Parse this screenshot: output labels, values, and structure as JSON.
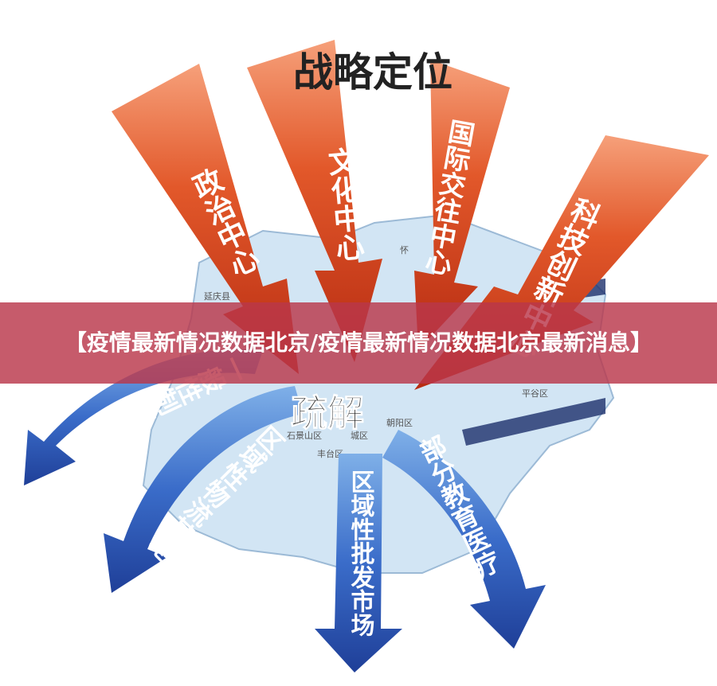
{
  "banner": {
    "title": "【疫情最新情况数据北京/疫情最新情况数据北京最新消息】"
  },
  "diagram": {
    "top_heading": "战略定位",
    "center_heading": "疏解",
    "red_arrows": [
      "政治中心",
      "文化中心",
      "国际交往中心",
      "科技创新中心"
    ],
    "blue_arrows": [
      "一般性制造业",
      "区域性物流基地",
      "区域性批发市场",
      "部分教育医疗"
    ],
    "map_labels": [
      "怀",
      "延庆县",
      "平谷区",
      "朝阳区",
      "石景山区",
      "城区",
      "丰台区"
    ],
    "colors": {
      "red_arrow": "#d8461e",
      "blue_arrow": "#2a55b8",
      "map": "#cfe3f3",
      "banner": "#b9374b"
    }
  }
}
